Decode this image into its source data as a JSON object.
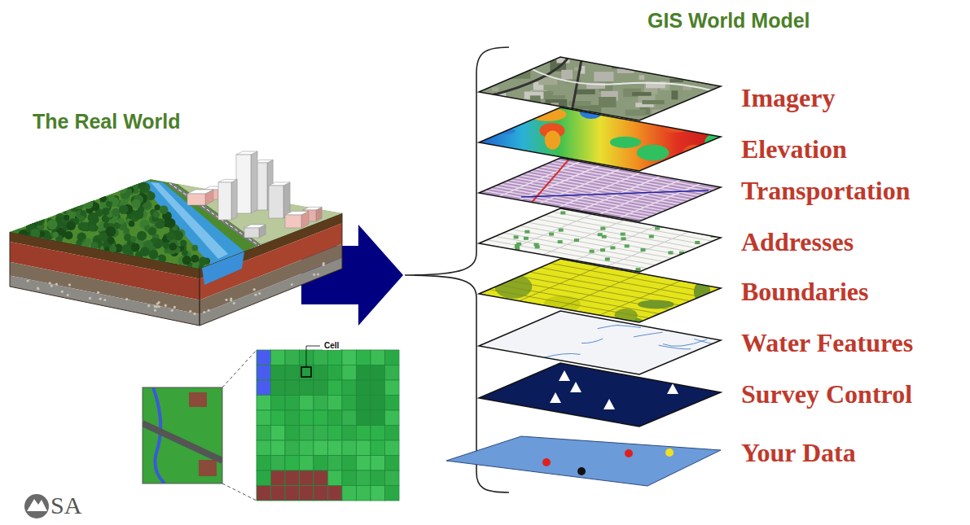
{
  "diagram": {
    "labels": [
      "The Real World",
      "GIS World Model",
      "Imagery",
      "Elevation",
      "Transportation",
      "Addresses",
      "Boundaries",
      "Water Features",
      "Survey Control",
      "Your Data",
      "Cell",
      "SA"
    ]
  }
}
